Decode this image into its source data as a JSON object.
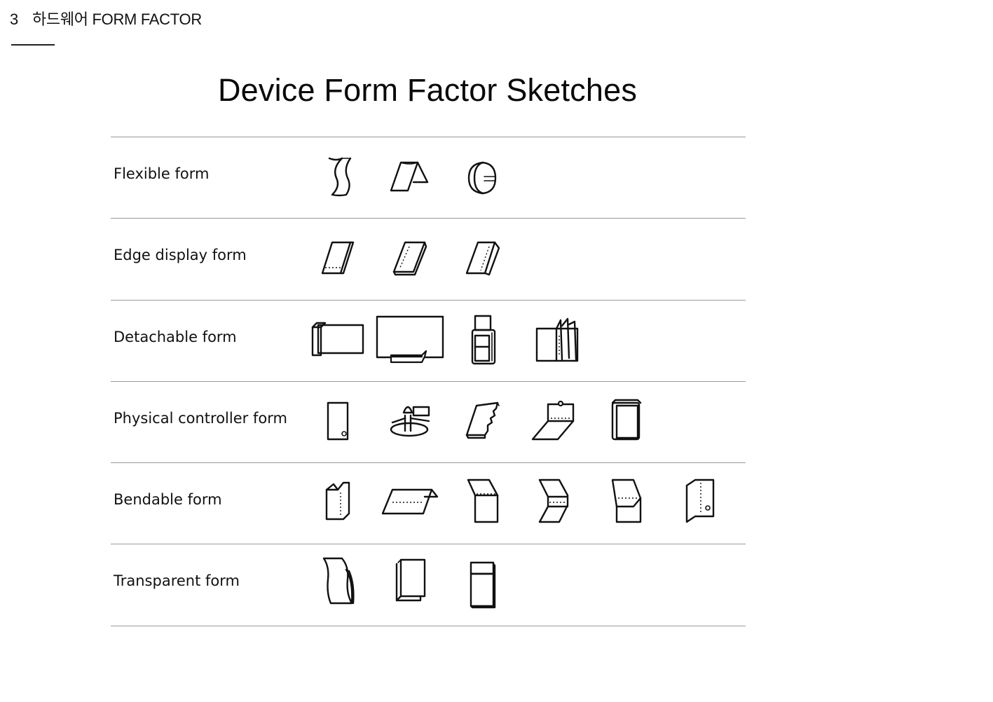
{
  "header": {
    "section_number": "3",
    "section_title": "하드웨어 FORM FACTOR"
  },
  "title": "Device Form Factor Sketches",
  "rows": [
    {
      "label": "Flexible form",
      "sketches": [
        "wavy-sheet-icon",
        "folded-tent-icon",
        "rolled-band-icon"
      ]
    },
    {
      "label": "Edge display form",
      "sketches": [
        "edge-slab-left-icon",
        "edge-slab-center-icon",
        "edge-slab-right-icon"
      ]
    },
    {
      "label": "Detachable form",
      "sketches": [
        "side-dock-icon",
        "keyboard-dock-icon",
        "top-module-icon",
        "book-pages-icon"
      ]
    },
    {
      "label": "Physical controller form",
      "sketches": [
        "phone-button-icon",
        "joystick-icon",
        "jagged-edge-icon",
        "hinged-plate-icon",
        "case-cover-icon"
      ]
    },
    {
      "label": "Bendable form",
      "sketches": [
        "open-box-icon",
        "flat-bend-icon",
        "top-fold-icon",
        "zigzag-fold-icon",
        "box-bend-icon",
        "side-fold-icon"
      ]
    },
    {
      "label": "Transparent form",
      "sketches": [
        "curled-sheet-icon",
        "stacked-sheets-icon",
        "lid-block-icon"
      ]
    }
  ]
}
